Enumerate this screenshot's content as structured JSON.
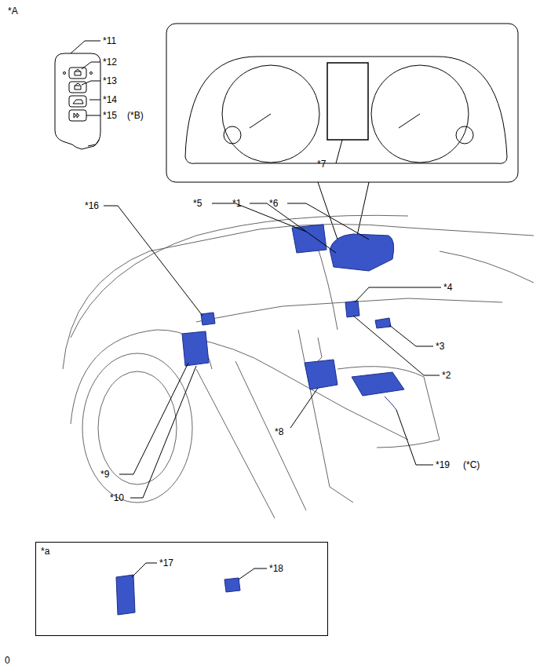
{
  "diagram": {
    "nodes": [
      {
        "text": [
          "*a"
        ]
      }
    ],
    "labels": [
      "*A",
      "*11",
      "*12",
      "*13",
      "*14",
      "*15",
      "(*B)",
      "*7",
      "*16",
      "*5",
      "*1",
      "*6",
      "*4",
      "*3",
      "*2",
      "*8",
      "*19",
      "(*C)",
      "*9",
      "*10",
      "*17",
      "*18",
      "0"
    ]
  }
}
